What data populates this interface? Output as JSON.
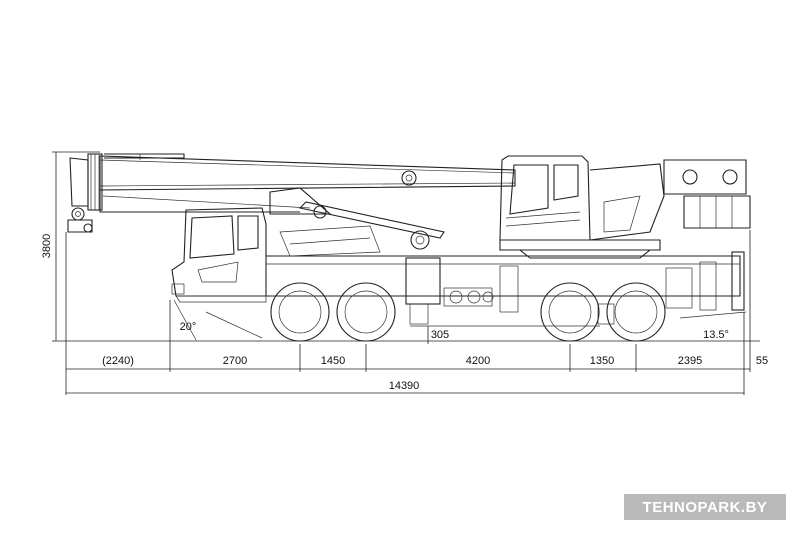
{
  "diagram": {
    "dimensions": {
      "height": "3800",
      "front_overhang": "(2240)",
      "cab_to_axle1": "2700",
      "axle1_to_axle2": "1450",
      "axle2_to_axle3": "4200",
      "axle3_to_axle4": "1350",
      "rear_overhang": "2395",
      "rear_extra": "55",
      "total_length": "14390",
      "ground_clearance": "305",
      "approach_angle": "20°",
      "departure_angle": "13.5°"
    }
  },
  "watermark": "TEHNOPARK.BY",
  "colors": {
    "line": "#222222",
    "watermark_bg": "#b9b9b9",
    "watermark_text": "#ffffff"
  }
}
